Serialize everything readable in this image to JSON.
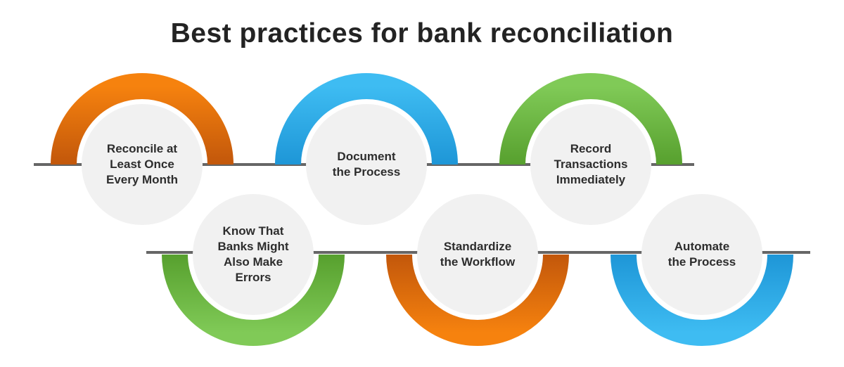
{
  "title": "Best practices for bank reconciliation",
  "colors": {
    "orange_dark": "#c2570b",
    "orange_light": "#f6820e",
    "blue_dark": "#1e96d7",
    "blue_light": "#3ebcf2",
    "green_dark": "#57a02e",
    "green_light": "#80ca57",
    "connector_line": "#666666",
    "circle_fill": "#f1f1f1",
    "label_text": "#2d2d2d",
    "title_text": "#232323"
  },
  "nodes": [
    {
      "label": "Reconcile at\nLeast Once\nEvery Month",
      "color": "orange",
      "row": "top"
    },
    {
      "label": "Document\nthe Process",
      "color": "blue",
      "row": "top"
    },
    {
      "label": "Record\nTransactions\nImmediately",
      "color": "green",
      "row": "top"
    },
    {
      "label": "Know That\nBanks Might\nAlso Make\nErrors",
      "color": "green",
      "row": "bottom"
    },
    {
      "label": "Standardize\nthe Workflow",
      "color": "orange",
      "row": "bottom"
    },
    {
      "label": "Automate\nthe Process",
      "color": "blue",
      "row": "bottom"
    }
  ]
}
